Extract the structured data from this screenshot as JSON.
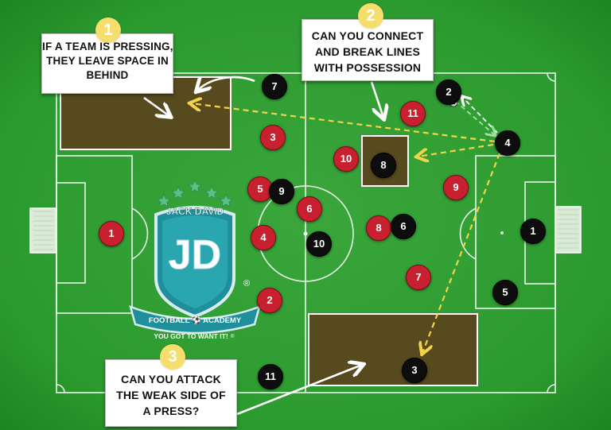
{
  "callouts": [
    {
      "number": "1",
      "lines": [
        "IF A TEAM IS PRESSING,",
        "THEY LEAVE SPACE IN",
        "BEHIND"
      ]
    },
    {
      "number": "2",
      "lines": [
        "CAN YOU CONNECT",
        "AND BREAK LINES",
        "WITH POSSESSION"
      ]
    },
    {
      "number": "3",
      "lines": [
        "CAN YOU ATTACK",
        "THE WEAK SIDE OF",
        "A PRESS?"
      ]
    }
  ],
  "logo": {
    "top_text": "JACK DAVID",
    "monogram": "JD",
    "banner_text": "FOOTBALL ⚽ ACADEMY",
    "tagline": "YOU GOT TO WANT IT!",
    "registered_mark": "®",
    "tagline_mark": "®"
  },
  "team_colors": {
    "red": "#c8202e",
    "black": "#0d0d0d"
  },
  "players": {
    "red": [
      "1",
      "3",
      "5",
      "4",
      "2",
      "6",
      "11",
      "10",
      "8",
      "9",
      "7"
    ],
    "black": [
      "7",
      "9",
      "10",
      "2",
      "4",
      "8",
      "6",
      "1",
      "5",
      "3",
      "11"
    ]
  },
  "ball_icon": "football-icon"
}
